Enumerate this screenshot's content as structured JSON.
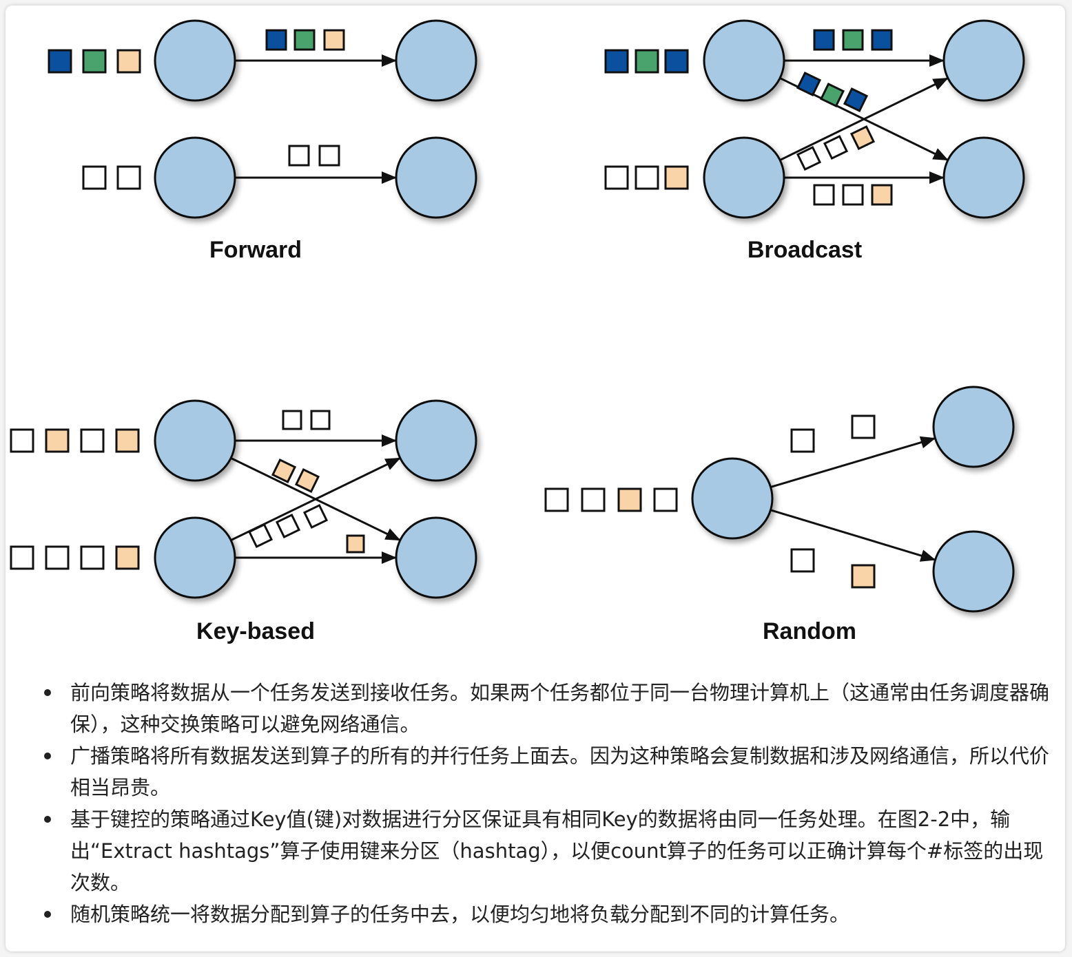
{
  "colors": {
    "node_fill": "#a7c9e4",
    "node_stroke": "#111111",
    "dark_blue": "#0b4f9f",
    "green": "#4aa26c",
    "peach": "#f8d4a8",
    "white": "#ffffff",
    "arrow": "#111111"
  },
  "diagrams": [
    {
      "id": "forward",
      "caption": "Forward"
    },
    {
      "id": "broadcast",
      "caption": "Broadcast"
    },
    {
      "id": "key-based",
      "caption": "Key-based"
    },
    {
      "id": "random",
      "caption": "Random"
    }
  ],
  "bullets": [
    "前向策略将数据从一个任务发送到接收任务。如果两个任务都位于同一台物理计算机上（这通常由任务调度器确保），这种交换策略可以避免网络通信。",
    "广播策略将所有数据发送到算子的所有的并行任务上面去。因为这种策略会复制数据和涉及网络通信，所以代价相当昂贵。",
    "基于键控的策略通过Key值(键)对数据进行分区保证具有相同Key的数据将由同一任务处理。在图2-2中，输出“Extract hashtags”算子使用键来分区（hashtag），以便count算子的任务可以正确计算每个#标签的出现次数。",
    "随机策略统一将数据分配到算子的任务中去，以便均匀地将负载分配到不同的计算任务。"
  ]
}
